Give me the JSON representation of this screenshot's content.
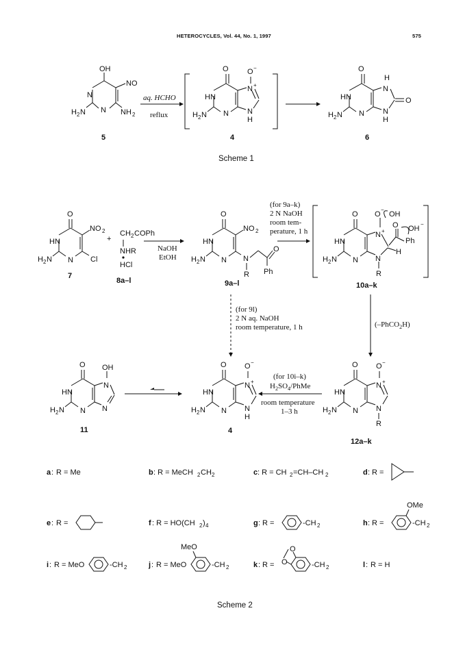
{
  "header": {
    "journal": "HETEROCYCLES, Vol. 44, No. 1, 1997",
    "page": "575"
  },
  "scheme1": {
    "caption": "Scheme 1",
    "cmpd5": "5",
    "cmpd4": "4",
    "cmpd6": "6",
    "reagent": "aq. HCHO",
    "condition": "reflux"
  },
  "scheme2": {
    "caption": "Scheme 2",
    "c7": "7",
    "c8": "8a–l",
    "c9": "9a–l",
    "c10": "10a–k",
    "c11": "11",
    "c4": "4",
    "c12": "12a–k",
    "step1": [
      "NaOH",
      "EtOH"
    ],
    "step2": [
      "(for 9a–k)",
      "2 N NaOH",
      "room tem-",
      "perature, 1 h"
    ],
    "step3": [
      "(–PhCO2H)"
    ],
    "step4": [
      "(for 9l)",
      "2 N aq. NaOH",
      "room temperature, 1 h"
    ],
    "step5": [
      "(for 10i–k)",
      "H2SO4/PhMe",
      "room temperature",
      "1–3 h"
    ]
  },
  "substituents": [
    {
      "id": "a",
      "text": "R = Me"
    },
    {
      "id": "b",
      "text": "R = MeCH2CH2"
    },
    {
      "id": "c",
      "text": "R = CH2=CH–CH2"
    },
    {
      "id": "d",
      "text": "R ="
    },
    {
      "id": "e",
      "text": "R ="
    },
    {
      "id": "f",
      "text": "R = HO(CH2)4"
    },
    {
      "id": "g",
      "text": "R ="
    },
    {
      "id": "h",
      "text": "R ="
    },
    {
      "id": "i",
      "text": "R = MeO"
    },
    {
      "id": "j",
      "text": "R = MeO"
    },
    {
      "id": "k",
      "text": "R ="
    },
    {
      "id": "l",
      "text": "R = H"
    }
  ]
}
